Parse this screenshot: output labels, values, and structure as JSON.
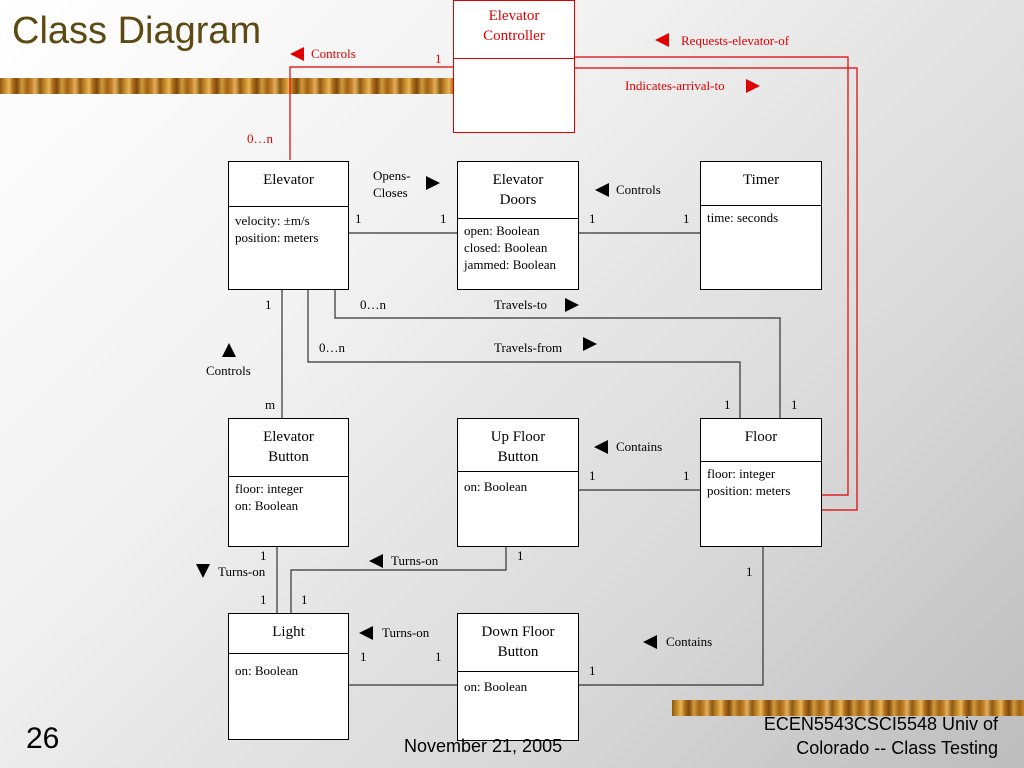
{
  "title": "Class Diagram",
  "classes": {
    "controller": {
      "name_line1": "Elevator",
      "name_line2": "Controller",
      "attrs": []
    },
    "elevator": {
      "name_line1": "Elevator",
      "name_line2": "",
      "attrs": [
        "velocity: ±m/s",
        "position: meters"
      ]
    },
    "doors": {
      "name_line1": "Elevator",
      "name_line2": "Doors",
      "attrs": [
        "open: Boolean",
        "closed: Boolean",
        "jammed: Boolean"
      ]
    },
    "timer": {
      "name_line1": "Timer",
      "name_line2": "",
      "attrs": [
        "time: seconds"
      ]
    },
    "elevator_button": {
      "name_line1": "Elevator",
      "name_line2": "Button",
      "attrs": [
        "floor: integer",
        "on: Boolean"
      ]
    },
    "up_button": {
      "name_line1": "Up Floor",
      "name_line2": "Button",
      "attrs": [
        "on: Boolean"
      ]
    },
    "floor": {
      "name_line1": "Floor",
      "name_line2": "",
      "attrs": [
        "floor: integer",
        "position: meters"
      ]
    },
    "light": {
      "name_line1": "Light",
      "name_line2": "",
      "attrs": [
        "on: Boolean"
      ]
    },
    "down_button": {
      "name_line1": "Down Floor",
      "name_line2": "Button",
      "attrs": [
        "on: Boolean"
      ]
    }
  },
  "associations": {
    "controls_top": "Controls",
    "requests_elevator_of": "Requests-elevator-of",
    "indicates_arrival_to": "Indicates-arrival-to",
    "opens_closes_1": "Opens-",
    "opens_closes_2": "Closes",
    "controls_timer": "Controls",
    "travels_to": "Travels-to",
    "travels_from": "Travels-from",
    "controls_left": "Controls",
    "contains_up": "Contains",
    "turns_on_left": "Turns-on",
    "turns_on_mid": "Turns-on",
    "turns_on_light": "Turns-on",
    "contains_down": "Contains"
  },
  "multiplicities": {
    "ctrl_1": "1",
    "ctrl_0n": "0…n",
    "elev_doors_1a": "1",
    "elev_doors_1b": "1",
    "doors_timer_1a": "1",
    "doors_timer_1b": "1",
    "elev_bottom_1": "1",
    "travels_to_0n": "0…n",
    "travels_from_0n": "0…n",
    "ebutton_m": "m",
    "floor_1a": "1",
    "floor_1b": "1",
    "up_floor_1a": "1",
    "up_floor_1b": "1",
    "ebutton_light_1a": "1",
    "up_light_1": "1",
    "light_1a": "1",
    "light_1b": "1",
    "light_down_1a": "1",
    "light_down_1b": "1",
    "floor_down_1a": "1",
    "floor_down_1b": "1"
  },
  "footer": {
    "slide_number": "26",
    "date": "November 21, 2005",
    "course_line1": "ECEN5543CSCI5548 Univ of",
    "course_line2": "Colorado -- Class Testing"
  }
}
